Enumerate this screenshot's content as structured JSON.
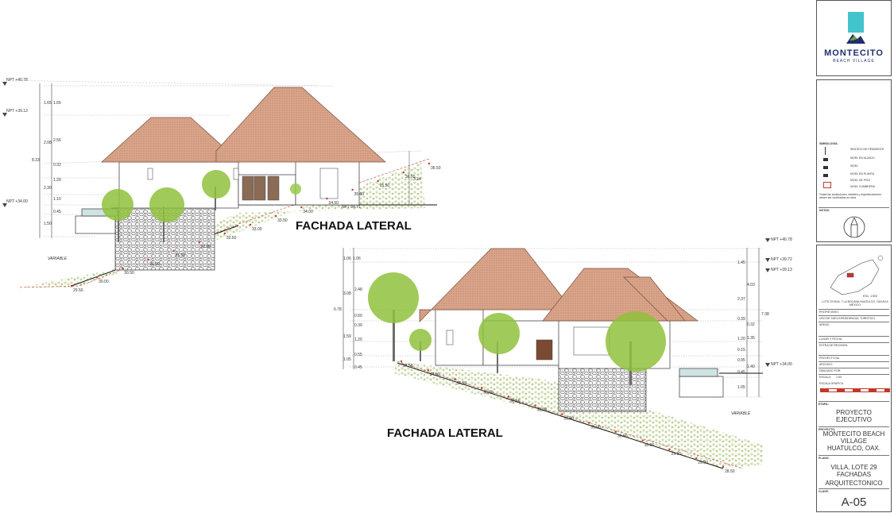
{
  "sheet": {
    "elevation_title_1": "FACHADA LATERAL",
    "elevation_title_2": "FACHADA LATERAL"
  },
  "elevation_1": {
    "levels": [
      "NPT +40.78",
      "NPT +39.13",
      "NPT +34.00"
    ],
    "left_dims": [
      "1.65",
      "1.65",
      "2.08",
      "2.56",
      "0.32",
      "1.20",
      "2.30",
      "1.10",
      "0.45",
      "1.50"
    ],
    "total_dim": "8.33",
    "right_dim": "3.24",
    "variable_label": "VARIABLE",
    "grade_labels": [
      "29.50",
      "30.00",
      "30.50",
      "31.00",
      "31.50",
      "32.00",
      "32.50",
      "33.00",
      "33.50",
      "34.00",
      "34.50",
      "35.00",
      "35.50",
      "36.00",
      "36.50"
    ],
    "note": "NPT 34.71"
  },
  "elevation_2": {
    "levels": [
      "NPT +40.78",
      "NPT +39.72",
      "NPT +39.13",
      "NPT +34.00"
    ],
    "left_dims": [
      "1.06",
      "1.06",
      "2.48",
      "3.08",
      "0.60",
      "0.39",
      "1.59",
      "1.20",
      "0.55",
      "1.05",
      "0.45"
    ],
    "total_dim": "6.78",
    "right_dims": [
      "1.45",
      "4.03",
      "2.37",
      "0.39",
      "0.32",
      "1.20",
      "1.35",
      "0.15",
      "0.95",
      "1.40",
      "0.45",
      "1.05"
    ],
    "right_total": "7.38",
    "variable_label": "VARIABLE",
    "grade_labels": [
      "34.50",
      "34.00",
      "33.50",
      "33.00",
      "32.50",
      "32.00",
      "31.50",
      "31.00",
      "30.50",
      "30.00",
      "29.50",
      "29.00",
      "28.50"
    ]
  },
  "title_block": {
    "logo_main": "MONTECITO",
    "logo_sub": "BEACH VILLAGE",
    "simbologia_title": "SIMBOLOGIA:",
    "legend": [
      "SENTIDO DE PENDIENTE",
      "NIVEL EN ALZADO",
      "NIVEL",
      "NIVEL EN PLANTA",
      "NIVEL DE PISO",
      "NIVEL CUMBRERA"
    ],
    "legend_note": "Todas las acotaciones, detalles y especificaciones deben ser verificados en obra",
    "notes_label": "NOTAS:",
    "location_caption": "ESC. 1:500",
    "location_text": "LOTE 29 MZA. 7 LA BOCANA HUATULCO, OAXACA MEXICO",
    "owner_label": "PROPIETARIO:",
    "use_label": "USO DE SUELO:",
    "use_value": "RESIDENCIAL TURISTICO",
    "area_label": "AREAS:",
    "place_date_label": "LUGAR Y FECHA:",
    "rev_label": "EXTRA DE REVISION:",
    "project_label": "PROYECTO No.",
    "file_label": "ARCHIVO:",
    "drawn_label": "DIBUJADO POR:",
    "scale_label": "ESCALA:",
    "scale_value": "1:50",
    "graphic_scale_label": "ESCALA GRAFICA",
    "etapa_label": "ETAPA:",
    "etapa_value_1": "PROYECTO",
    "etapa_value_2": "EJECUTIVO",
    "proyecto_label": "PROYECTO:",
    "proyecto_value_1": "MONTECITO BEACH",
    "proyecto_value_2": "VILLAGE",
    "proyecto_value_3": "HUATULCO, OAX.",
    "plano_label": "PLANO:",
    "plano_value_1": "VILLA, LOTE 29",
    "plano_value_2": "FACHADAS",
    "plano_value_3": "ARQUITECTONICO",
    "clave_label": "CLAVE:",
    "clave_value": "A-05"
  }
}
